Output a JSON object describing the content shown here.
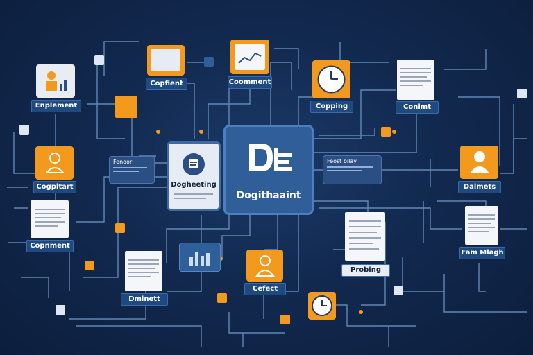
{
  "center": {
    "title": "Dogithaaint"
  },
  "labels": {
    "top_left": "Enplement",
    "top_doc": "Copfient",
    "top_center": "Coomment",
    "top_clock": "Copping",
    "top_right": "Conimt",
    "left_mid": "Cogpltart",
    "left_doc": "Copnment",
    "center_left": "Dogheeting",
    "right_person": "Dalmets",
    "mid_doc": "Probing",
    "right_doc": "Fam Mlagh",
    "bottom_person": "Cefect",
    "bottom_doc": "Dminett"
  },
  "infoboxes": {
    "left": "Fenoor",
    "right": "Feost bilay"
  },
  "colors": {
    "accent": "#f39a1e",
    "panel": "#2f5f9a",
    "background": "#0f2447"
  },
  "icons": [
    "person-chart-icon",
    "monitor-doc-icon",
    "cloud-chart-icon",
    "clock-icon",
    "document-icon",
    "person-icon",
    "bar-chart-icon",
    "gear-icon",
    "flag-icon"
  ]
}
